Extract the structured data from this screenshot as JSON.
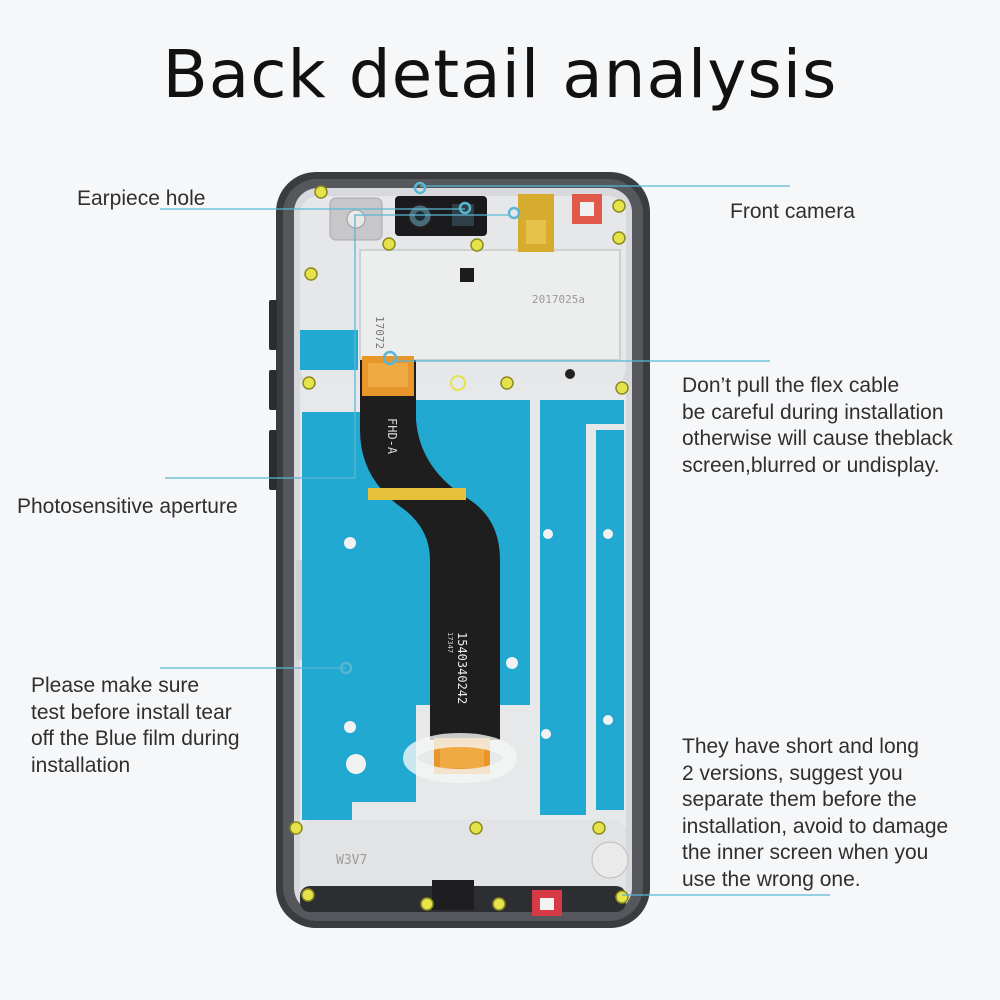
{
  "title": "Back detail analysis",
  "annotations": {
    "earpiece_hole": "Earpiece hole",
    "front_camera": "Front camera",
    "flex_cable": {
      "line1": "Don’t pull the flex cable",
      "line2": "be careful during installation",
      "line3": "otherwise will cause theblack",
      "line4": "screen,blurred or undisplay."
    },
    "photosensitive": "Photosensitive aperture",
    "blue_film": {
      "line1": "Please make sure",
      "line2": "test before install tear",
      "line3": "off the Blue film during",
      "line4": "installation"
    },
    "screws": {
      "line1": "They have short and long",
      "line2": "2 versions, suggest you",
      "line3": "separate them before the",
      "line4": "installation, avoid to damage",
      "line5": "the inner screen when you",
      "line6": "use the wrong one."
    }
  },
  "markings": {
    "flex_top": "FHD-A",
    "flex_serial": "1540340242",
    "flex_small": "17347",
    "frame_code": "17072",
    "frame_code2": "2017025a",
    "bottom_code": "W3V7"
  },
  "colors": {
    "callout_line": "#5ab7d4",
    "blue_film": "#21a9d1",
    "frame": "#e3e4e6",
    "bezel": "#3b3c40",
    "flex_cable": "#1e1e1e",
    "flex_connector": "#e8962a",
    "screw": "#e6e24a"
  }
}
